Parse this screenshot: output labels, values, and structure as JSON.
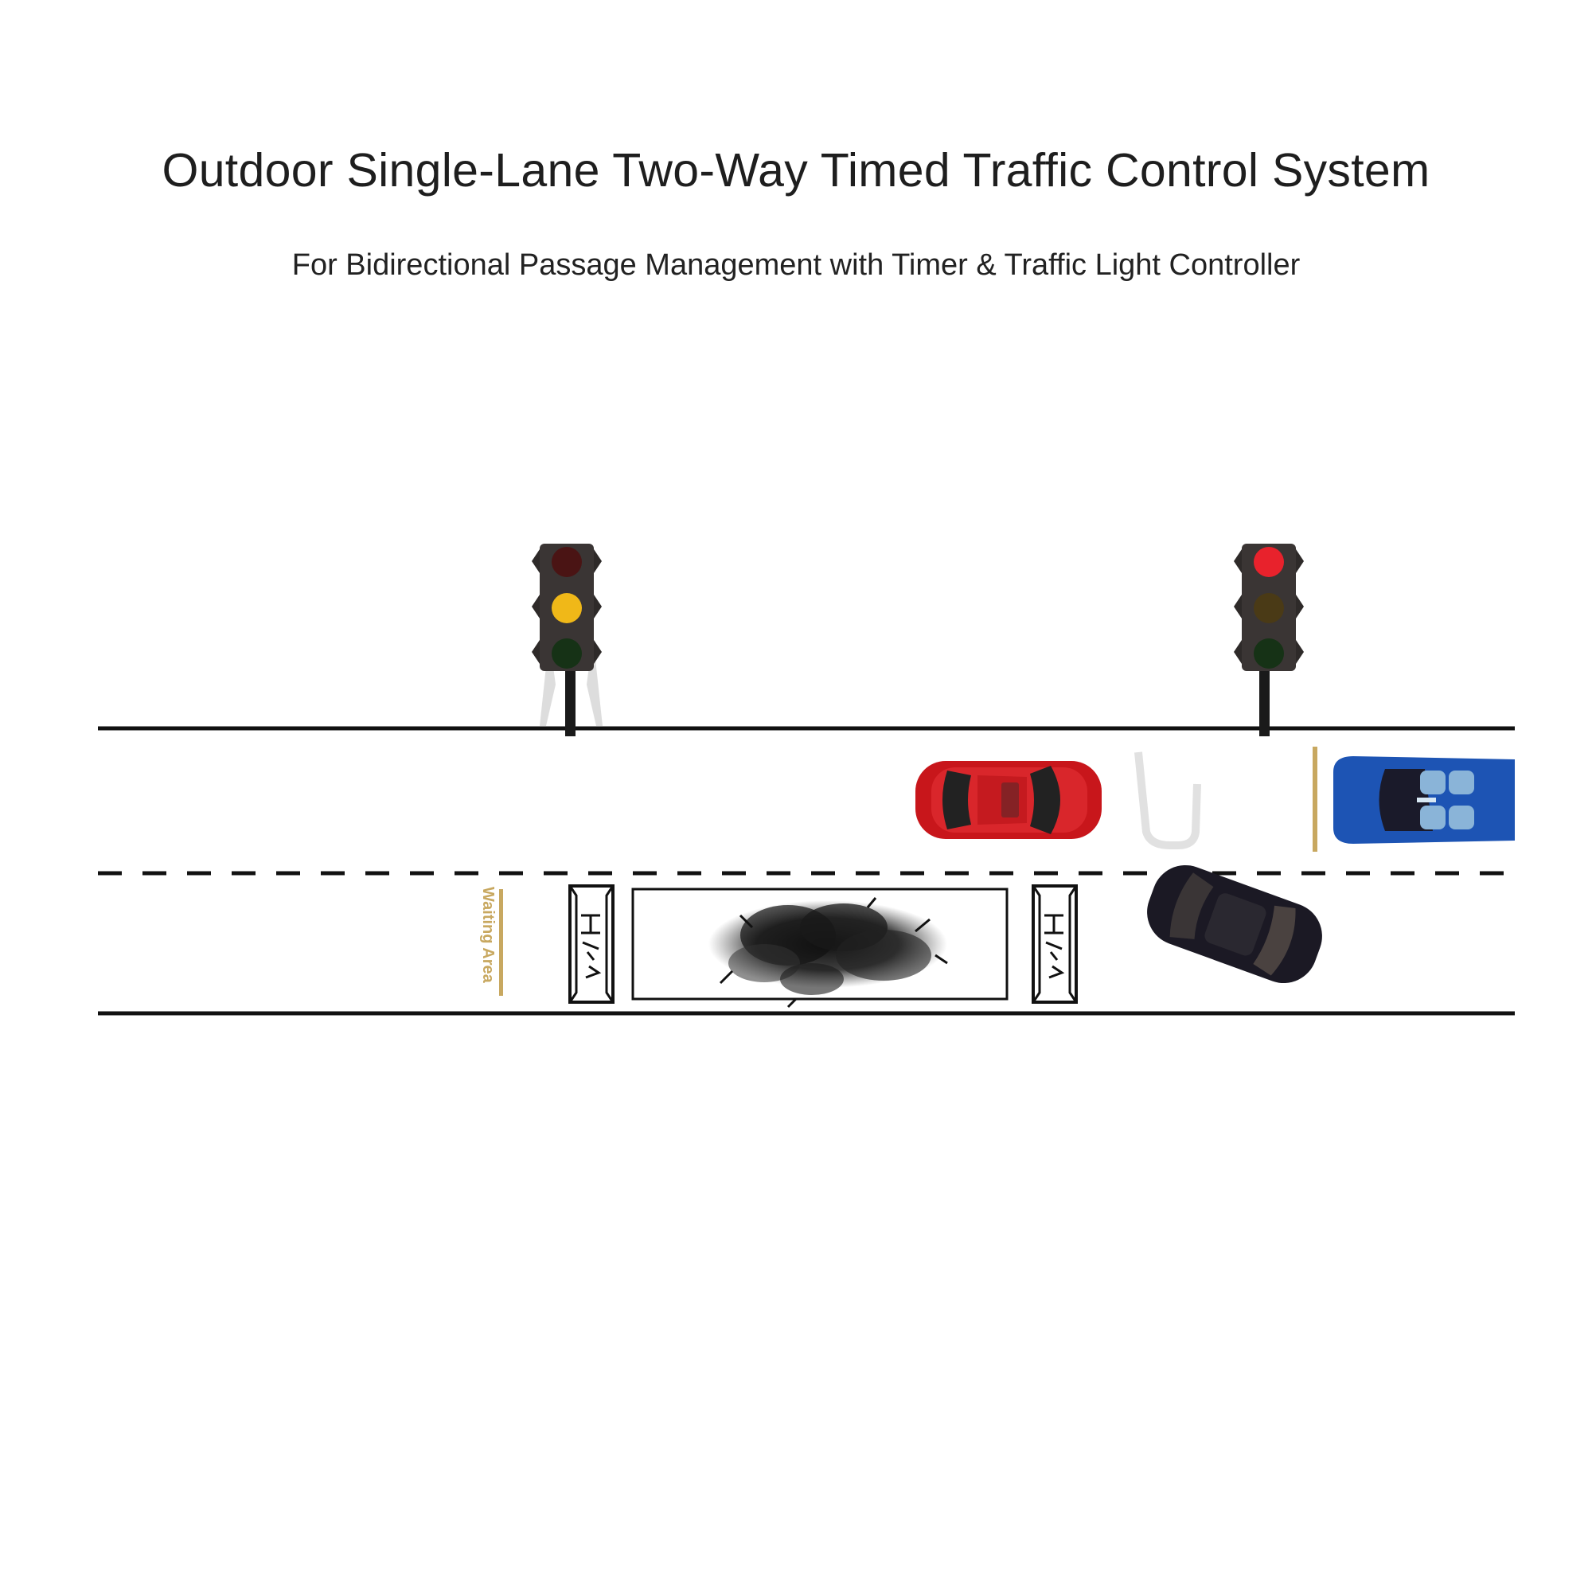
{
  "header": {
    "title": "Outdoor Single-Lane Two-Way Timed Traffic Control System",
    "subtitle": "For Bidirectional Passage Management with Timer & Traffic Light Controller"
  },
  "signals": {
    "left": {
      "active": "yellow"
    },
    "right": {
      "active": "red"
    }
  },
  "road": {
    "waiting_area_label": "Waiting Area"
  },
  "colors": {
    "road_line": "#111111",
    "waiting_marker": "#c8a860",
    "car_red": "#c8161b",
    "car_blue": "#1d54b4",
    "car_black": "#1b1924",
    "light_red_on": "#e8222c",
    "light_yellow_on": "#f0b818",
    "light_off_red": "#4a1414",
    "light_off_yellow": "#4a3a16",
    "light_off_green": "#163216",
    "housing": "#3a3534"
  }
}
